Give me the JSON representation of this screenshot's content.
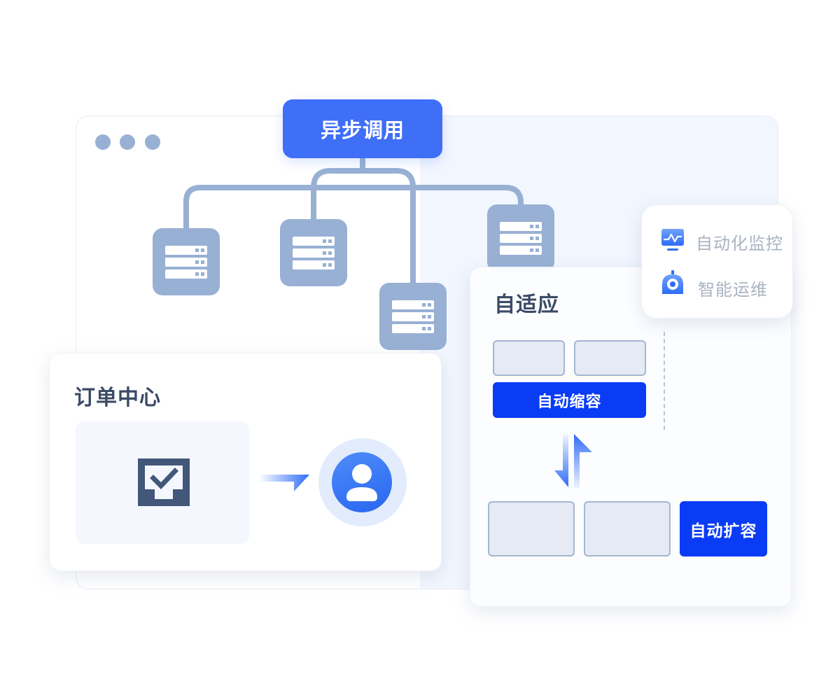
{
  "async_call": {
    "label": "异步调用"
  },
  "order_center": {
    "title": "订单中心"
  },
  "adaptive": {
    "title": "自适应",
    "scale_down_label": "自动缩容",
    "scale_up_label": "自动扩容"
  },
  "ops_panel": {
    "items": [
      {
        "label": "自动化监控",
        "icon": "monitor-chart-icon"
      },
      {
        "label": "智能运维",
        "icon": "camera-ops-icon"
      }
    ]
  },
  "colors": {
    "primary": "#3f6ef7",
    "strong_blue": "#0a3cf5",
    "server_gray_blue": "#98b0d3",
    "title_text": "#3b4a66",
    "muted_text": "#aab3c2"
  }
}
